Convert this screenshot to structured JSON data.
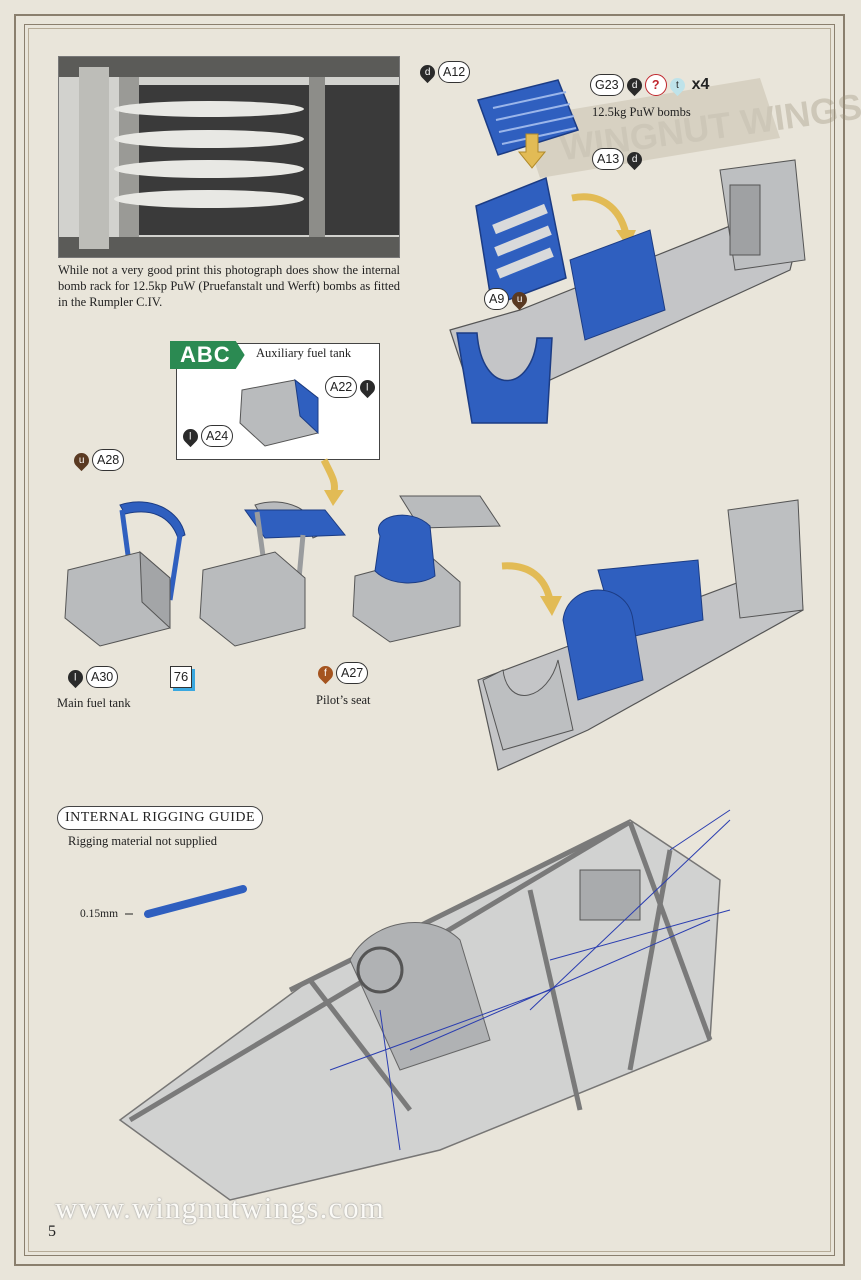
{
  "photo_caption": "While not a very good print this photograph does show the internal bomb rack for 12.5kp PuW (Pruefanstalt und Werft) bombs as fitted in the Rumpler C.IV.",
  "callouts": {
    "a12": "A12",
    "g23": "G23",
    "a13": "A13",
    "a9": "A9",
    "a22": "A22",
    "a24": "A24",
    "a28": "A28",
    "a30": "A30",
    "a27": "A27"
  },
  "paint_codes": {
    "d": "d",
    "u": "u",
    "l": "l",
    "f": "f",
    "t": "t",
    "q": "?"
  },
  "quantity": "x4",
  "bombs_label": "12.5kg PuW bombs",
  "abc_tag": "ABC",
  "aux_tank_label": "Auxiliary fuel tank",
  "main_tank_label": "Main fuel tank",
  "pilot_seat_label": "Pilot’s seat",
  "ref_number": "76",
  "rigging": {
    "title": "INTERNAL RIGGING GUIDE",
    "note": "Rigging material not supplied",
    "size": "0.15mm"
  },
  "watermark": "WINGNUT WINGS",
  "website": "www.wingnutwings.com",
  "page_number": "5",
  "colors": {
    "part_blue": "#2f5fbf",
    "part_grey": "#b9bbbd",
    "arrow_gold": "#e2bb55",
    "abc_green": "#2b8a52",
    "paint_dark": "#2a2a2a",
    "paint_brown": "#5a3a22",
    "paint_orange": "#a5541f",
    "paint_lightblue": "#bfe3ea",
    "question_red": "#c0262d"
  }
}
